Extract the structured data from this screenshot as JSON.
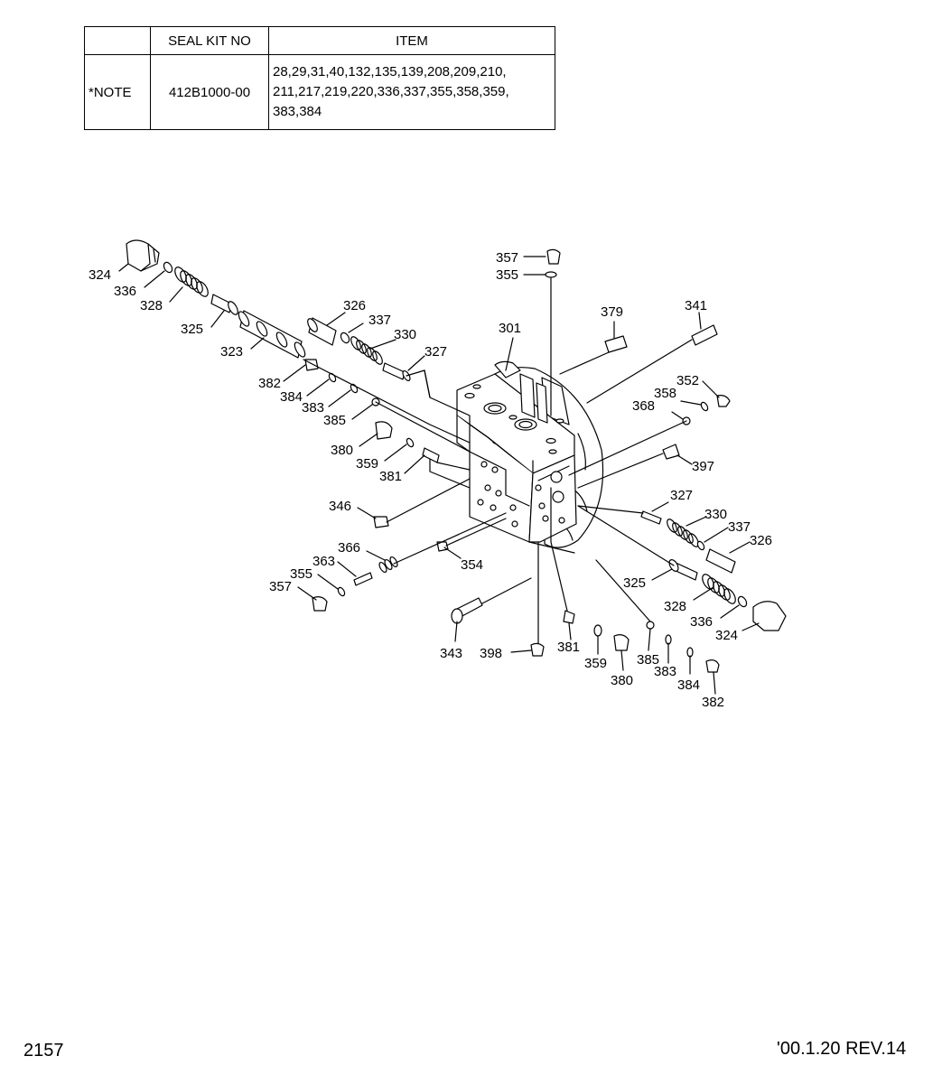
{
  "seal_table": {
    "headers": [
      "",
      "SEAL KIT NO",
      "ITEM"
    ],
    "rows": [
      {
        "label": "*NOTE",
        "kit_no": "412B1000-00",
        "items_lines": [
          "28,29,31,40,132,135,139,208,209,210,",
          "211,217,219,220,336,337,355,358,359,",
          "383,384"
        ]
      }
    ]
  },
  "diagram": {
    "part_labels": [
      "324",
      "336",
      "328",
      "325",
      "323",
      "326",
      "337",
      "330",
      "327",
      "382",
      "384",
      "383",
      "385",
      "380",
      "359",
      "381",
      "346",
      "366",
      "363",
      "355",
      "357",
      "354",
      "343",
      "398",
      "357",
      "355",
      "301",
      "379",
      "341",
      "352",
      "358",
      "368",
      "397",
      "327",
      "330",
      "337",
      "326",
      "325",
      "328",
      "336",
      "324",
      "381",
      "359",
      "380",
      "385",
      "383",
      "384",
      "382"
    ]
  },
  "footer": {
    "page_number": "2157",
    "revision": "'00.1.20 REV.14"
  }
}
